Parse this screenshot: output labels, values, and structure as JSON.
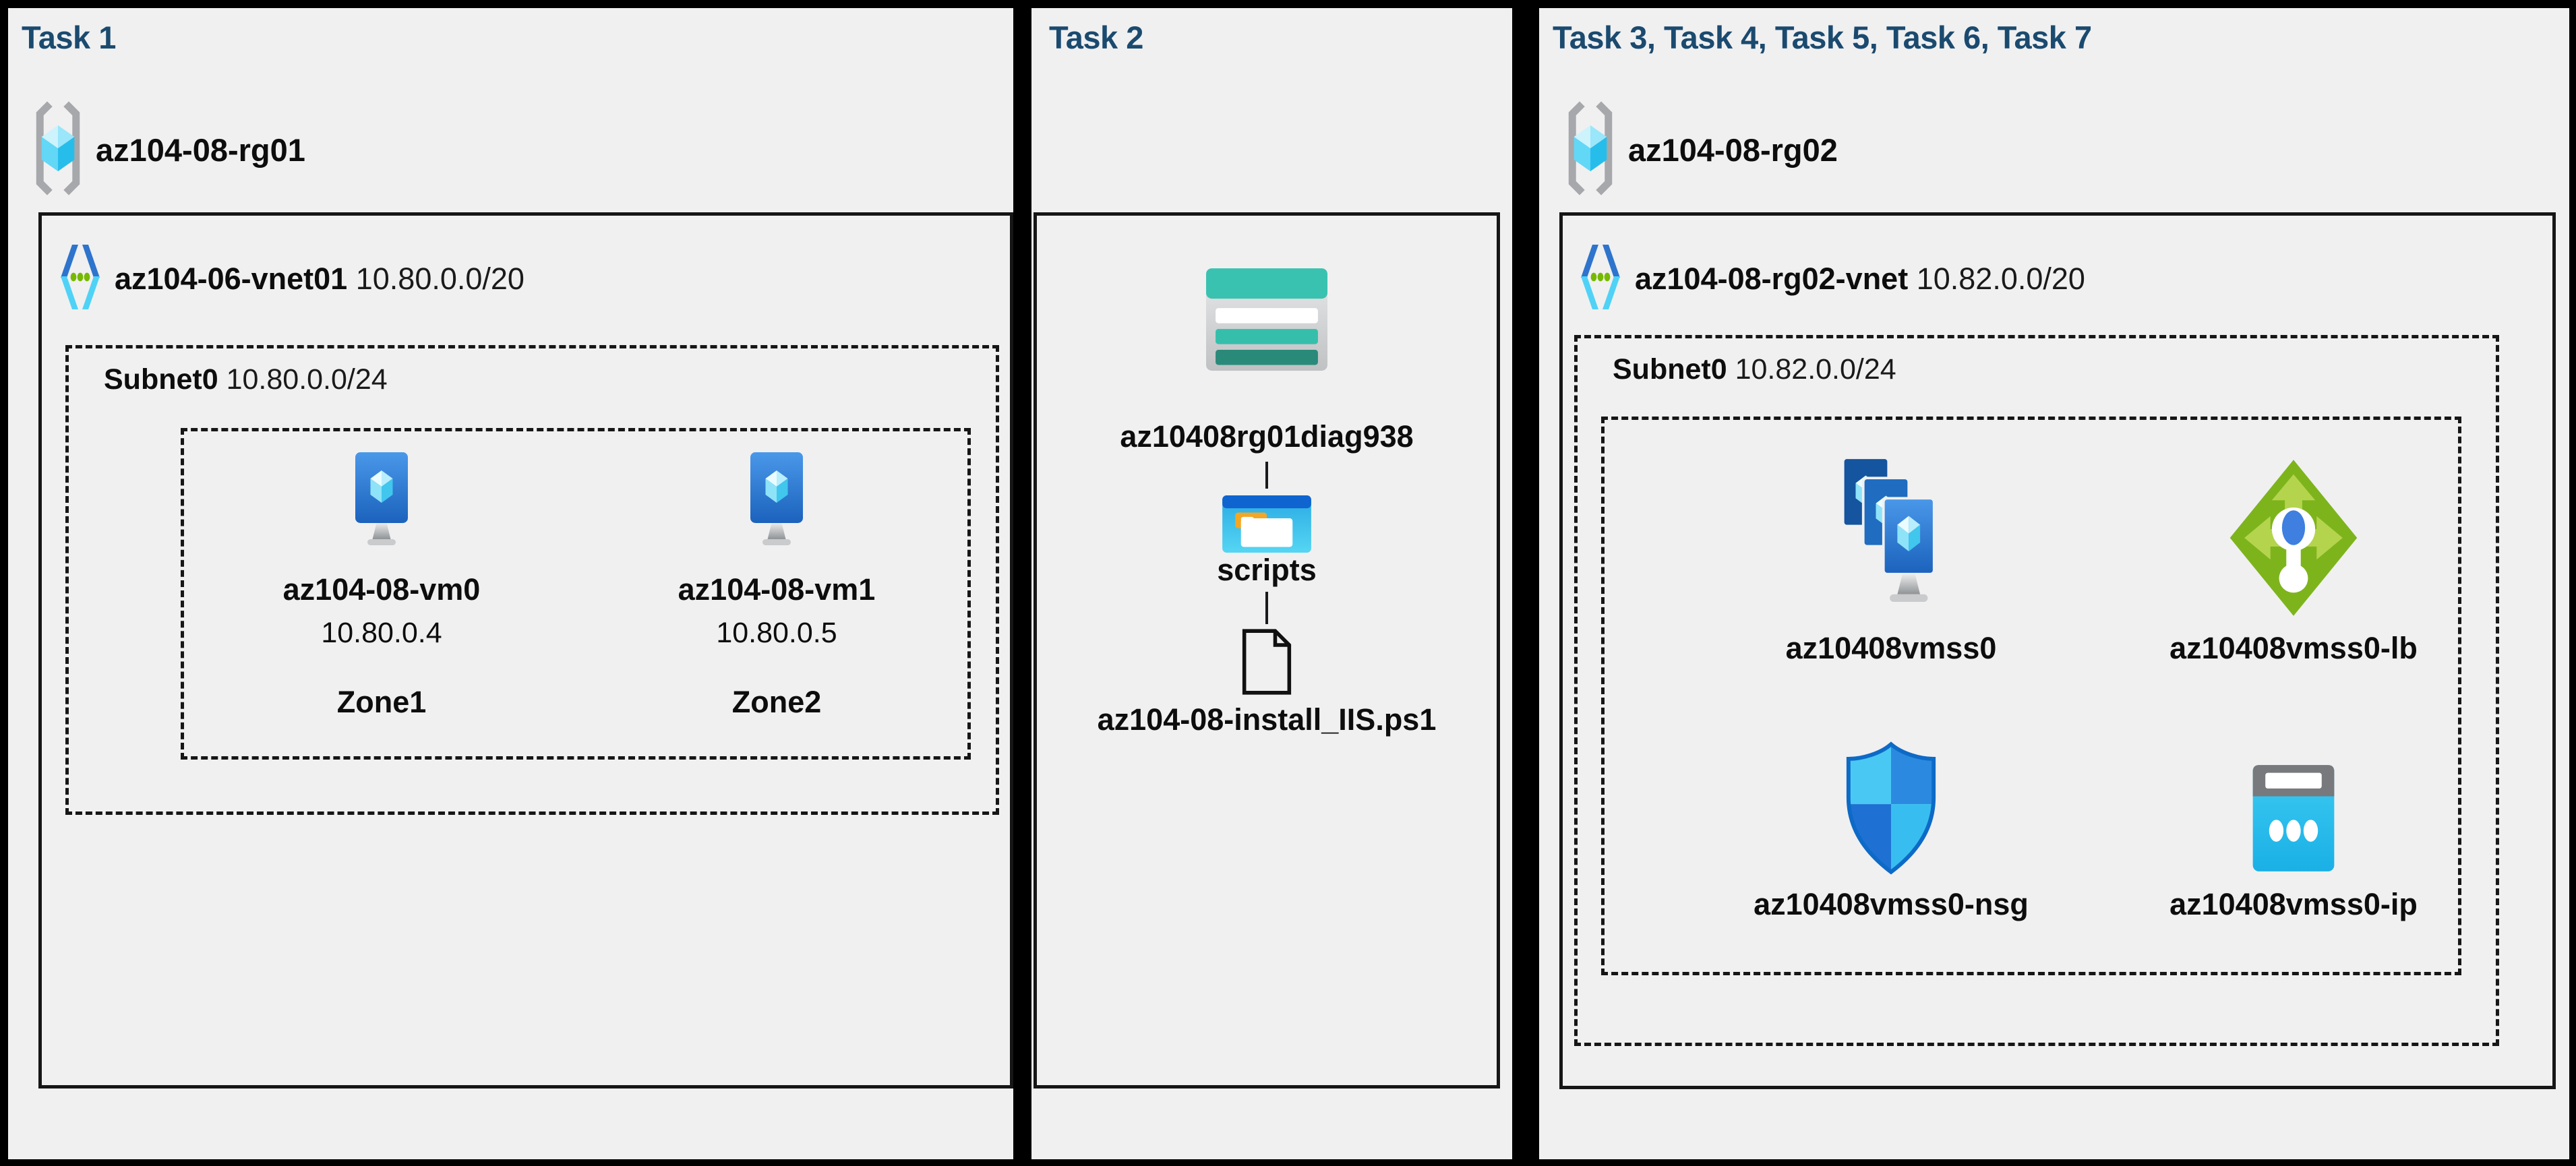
{
  "colors": {
    "background": "#000000",
    "panel_bg": "#f0f0f1",
    "title_navy": "#1b4a6f",
    "teal": "#3ac2b0",
    "teal_dark": "#2a8a7a",
    "azure_blue": "#2e74cc",
    "cyan": "#4fd2f6",
    "green_dot": "#76b900",
    "lb_green": "#7db41c"
  },
  "panels": [
    {
      "title": "Task 1",
      "resource_group": "az104-08-rg01",
      "vnet": {
        "name": "az104-06-vnet01",
        "cidr": "10.80.0.0/20"
      },
      "subnet": {
        "name": "Subnet0",
        "cidr": "10.80.0.0/24"
      },
      "vms": [
        {
          "name": "az104-08-vm0",
          "ip": "10.80.0.4",
          "zone": "Zone1"
        },
        {
          "name": "az104-08-vm1",
          "ip": "10.80.0.5",
          "zone": "Zone2"
        }
      ]
    },
    {
      "title": "Task 2",
      "storage_account": "az10408rg01diag938",
      "folder": "scripts",
      "script_file": "az104-08-install_IIS.ps1"
    },
    {
      "title": "Task 3, Task 4, Task 5, Task 6, Task 7",
      "resource_group": "az104-08-rg02",
      "vnet": {
        "name": "az104-08-rg02-vnet",
        "cidr": "10.82.0.0/20"
      },
      "subnet": {
        "name": "Subnet0",
        "cidr": "10.82.0.0/24"
      },
      "resources": [
        {
          "name": "az10408vmss0",
          "type": "vm-scale-set"
        },
        {
          "name": "az10408vmss0-lb",
          "type": "load-balancer"
        },
        {
          "name": "az10408vmss0-nsg",
          "type": "network-security-group"
        },
        {
          "name": "az10408vmss0-ip",
          "type": "public-ip"
        }
      ]
    }
  ]
}
